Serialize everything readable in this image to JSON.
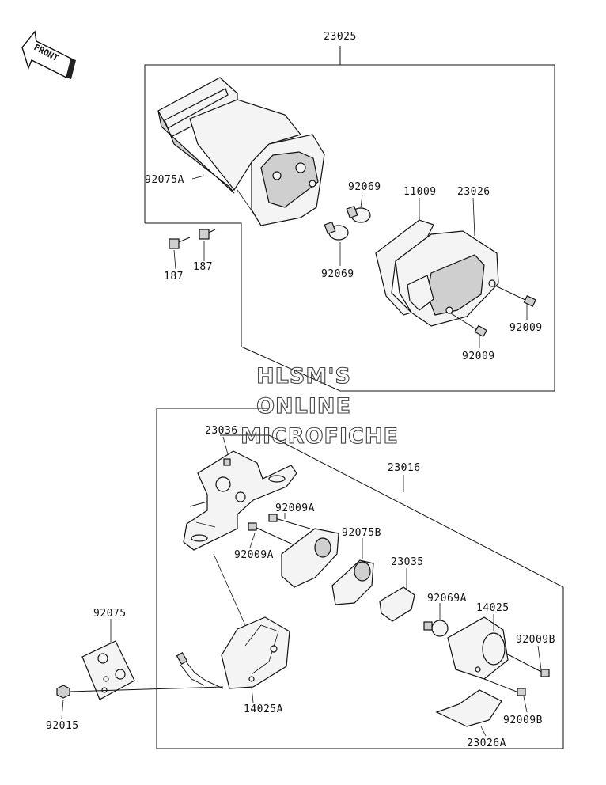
{
  "front_arrow": {
    "label": "FRONT"
  },
  "watermark": {
    "line1": "HLSM'S",
    "line2": "ONLINE",
    "line3": "MICROFICHE"
  },
  "labels": {
    "p23025": "23025",
    "p92075A": "92075A",
    "p92069_top": "92069",
    "p11009": "11009",
    "p23026": "23026",
    "p187_left": "187",
    "p187_right": "187",
    "p92069_bottom": "92069",
    "p92009_top": "92009",
    "p92009_bottom": "92009",
    "p23036": "23036",
    "p23016": "23016",
    "p92009A_top": "92009A",
    "p92009A_bottom": "92009A",
    "p92075B": "92075B",
    "p23035": "23035",
    "p92069A": "92069A",
    "p14025": "14025",
    "p92075": "92075",
    "p92009B_top": "92009B",
    "p92009B_bottom": "92009B",
    "p14025A": "14025A",
    "p92015": "92015",
    "p23026A": "23026A"
  }
}
